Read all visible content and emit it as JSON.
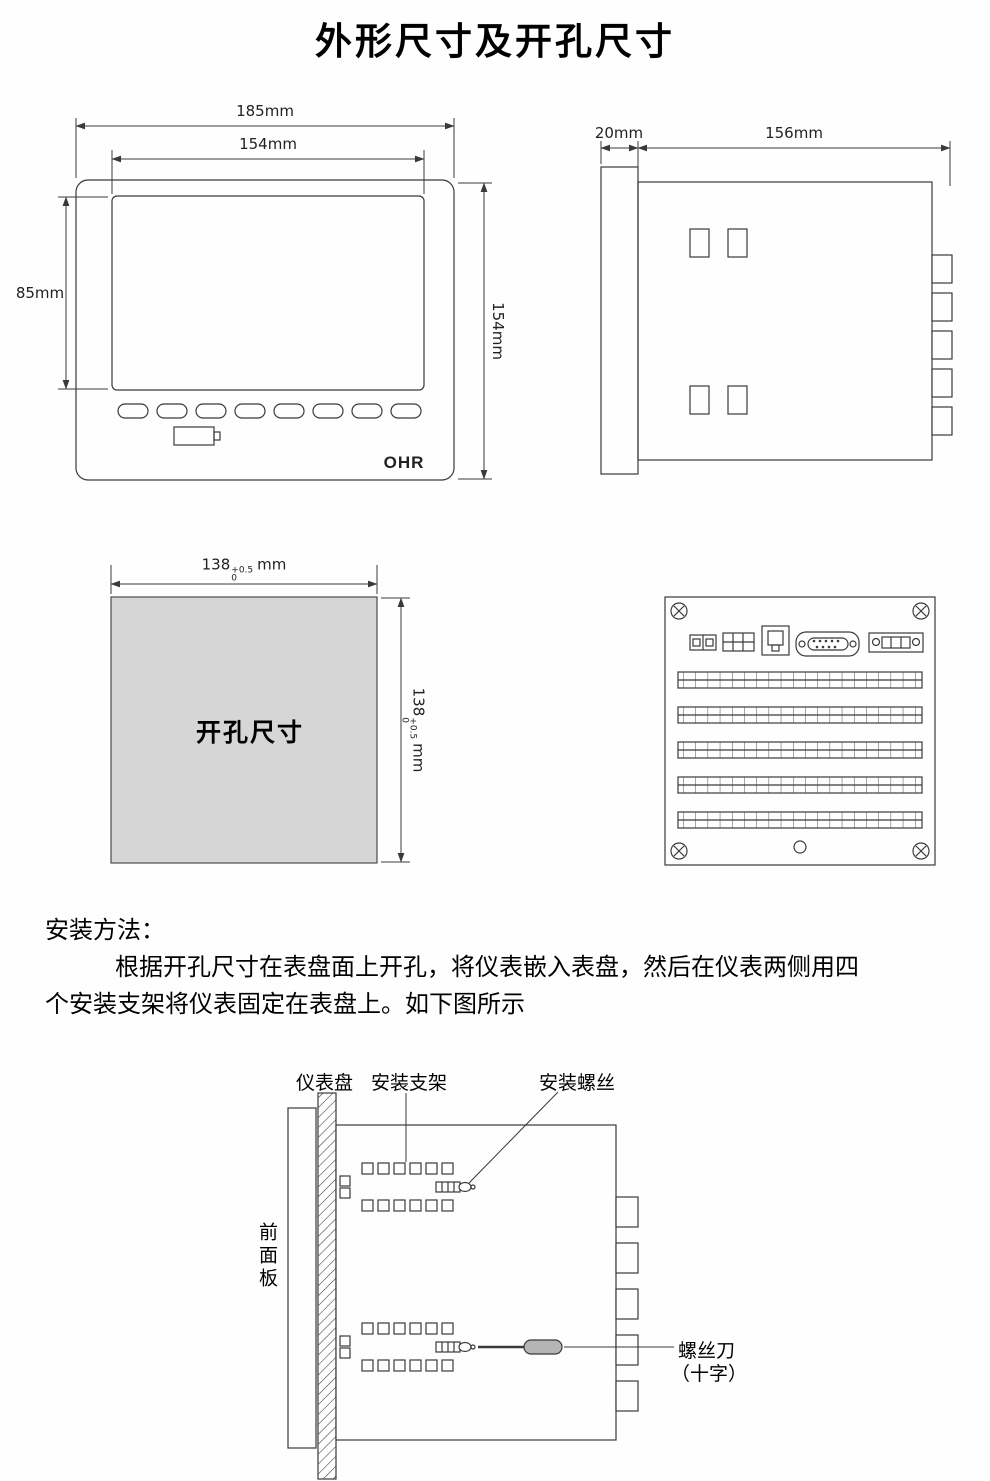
{
  "page": {
    "title": "外形尺寸及开孔尺寸"
  },
  "front_view": {
    "dim_outer_width": "185mm",
    "dim_screen_width": "154mm",
    "dim_screen_height": "85mm",
    "dim_outer_height": "154mm",
    "brand": "OHR"
  },
  "side_view": {
    "dim_bezel_depth": "20mm",
    "dim_body_depth": "156mm"
  },
  "cutout_view": {
    "label": "开孔尺寸",
    "dim_width": {
      "value": "138",
      "tol_upper": "+0.5",
      "tol_lower": "0",
      "unit": "mm"
    },
    "dim_height": {
      "value": "138",
      "tol_upper": "+0.5",
      "tol_lower": "0",
      "unit": "mm"
    }
  },
  "installation": {
    "heading": "安装方法：",
    "body_line1": "根据开孔尺寸在表盘面上开孔，将仪表嵌入表盘，然后在仪表两侧用四",
    "body_line2": "个安装支架将仪表固定在表盘上。如下图所示",
    "labels": {
      "dashboard": "仪表盘",
      "bracket": "安装支架",
      "screw": "安装螺丝",
      "front_panel": "前面板",
      "screwdriver_line1": "螺丝刀",
      "screwdriver_line2": "（十字）"
    }
  },
  "colors": {
    "line": "#3a3a3a",
    "cutout_fill": "#d6d6d6",
    "screwdriver_handle": "#b5b5b5"
  }
}
